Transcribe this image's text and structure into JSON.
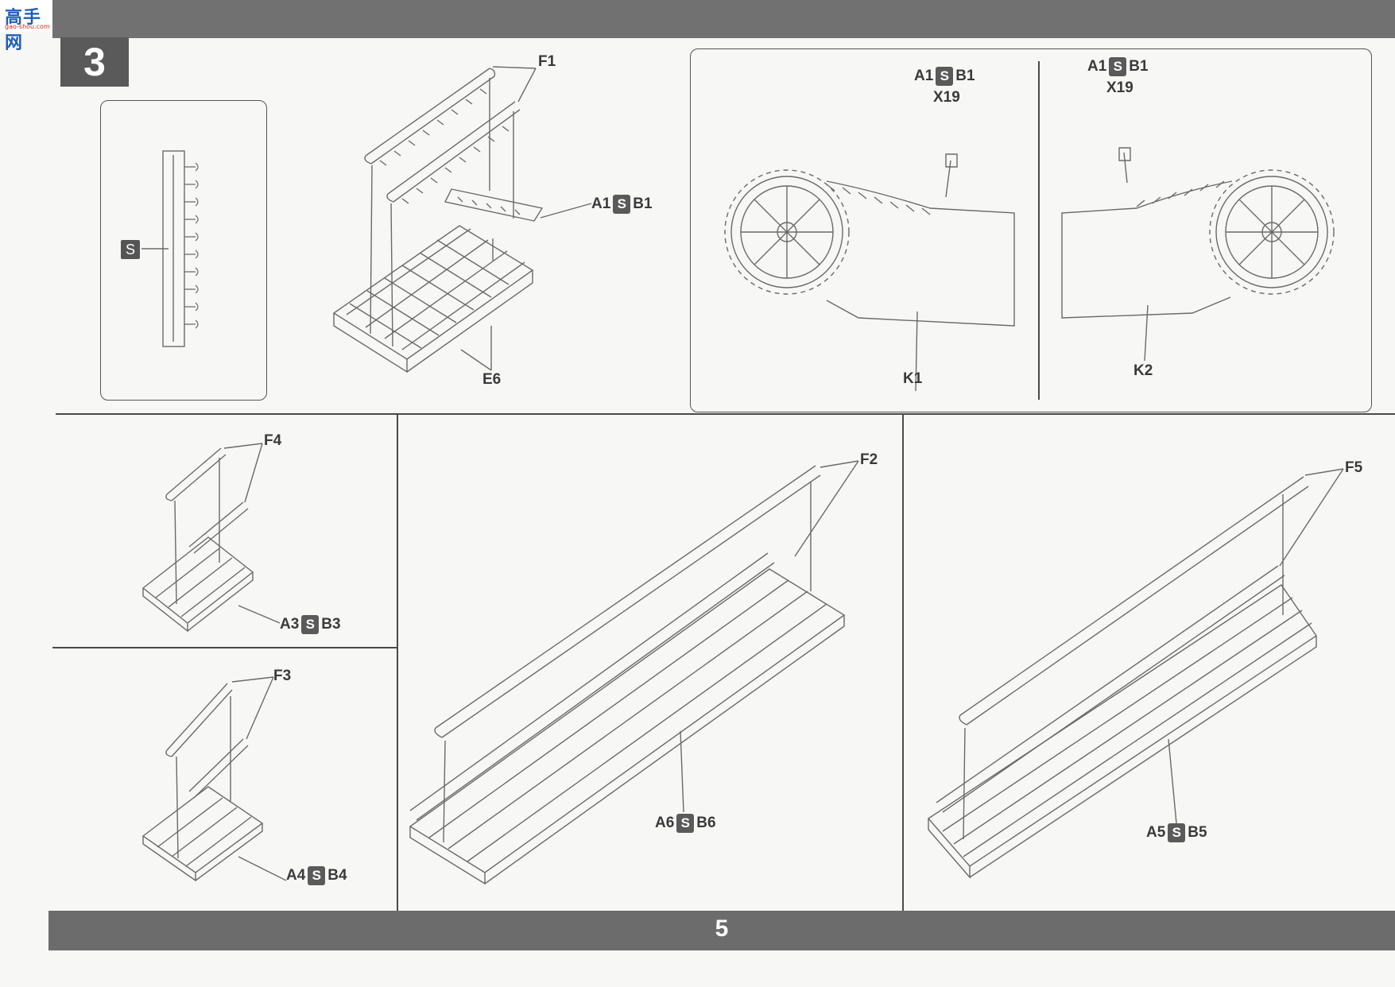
{
  "header": {
    "step_number": "3",
    "logo_text": "高手网",
    "logo_sub": "gao-shou.com"
  },
  "footer": {
    "page_number": "5"
  },
  "icons": {
    "glue": "cement-icon",
    "symmetric": "left-right-symbol-icon",
    "symmetric_glyph": "S"
  },
  "callouts": {
    "top_sprue": "F1",
    "top_parts_a": "A1",
    "top_parts_b": "B1",
    "top_assembly": "E6",
    "left_a": "A1",
    "left_b": "B1",
    "left_sub": "X19",
    "left_hull": "K1",
    "right_a": "A1",
    "right_b": "B1",
    "right_sub": "X19",
    "right_hull": "K2",
    "small1_sprue": "F4",
    "small1_a": "A3",
    "small1_b": "B3",
    "small2_sprue": "F3",
    "small2_a": "A4",
    "small2_b": "B4",
    "long1_sprue": "F2",
    "long1_a": "A6",
    "long1_b": "B6",
    "long2_sprue": "F5",
    "long2_a": "A5",
    "long2_b": "B5"
  }
}
